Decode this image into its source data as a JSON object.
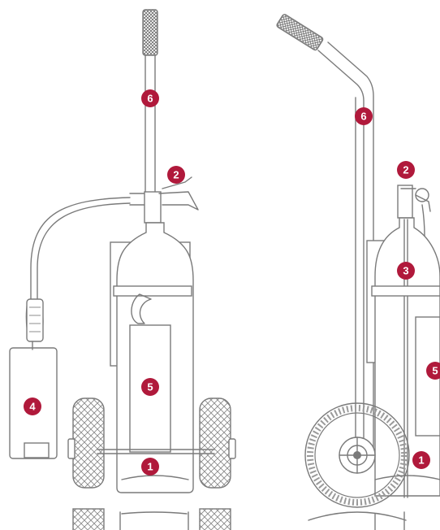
{
  "badge_color": "#b0193b",
  "left_view": {
    "badges": [
      {
        "id": "handle",
        "label": "6"
      },
      {
        "id": "valve",
        "label": "2"
      },
      {
        "id": "horn",
        "label": "4"
      },
      {
        "id": "label-panel",
        "label": "5"
      },
      {
        "id": "cylinder",
        "label": "1"
      }
    ]
  },
  "right_view": {
    "badges": [
      {
        "id": "handle",
        "label": "6"
      },
      {
        "id": "valve",
        "label": "2"
      },
      {
        "id": "siphon-tube",
        "label": "3"
      },
      {
        "id": "label-panel",
        "label": "5"
      },
      {
        "id": "cylinder",
        "label": "1"
      }
    ]
  }
}
